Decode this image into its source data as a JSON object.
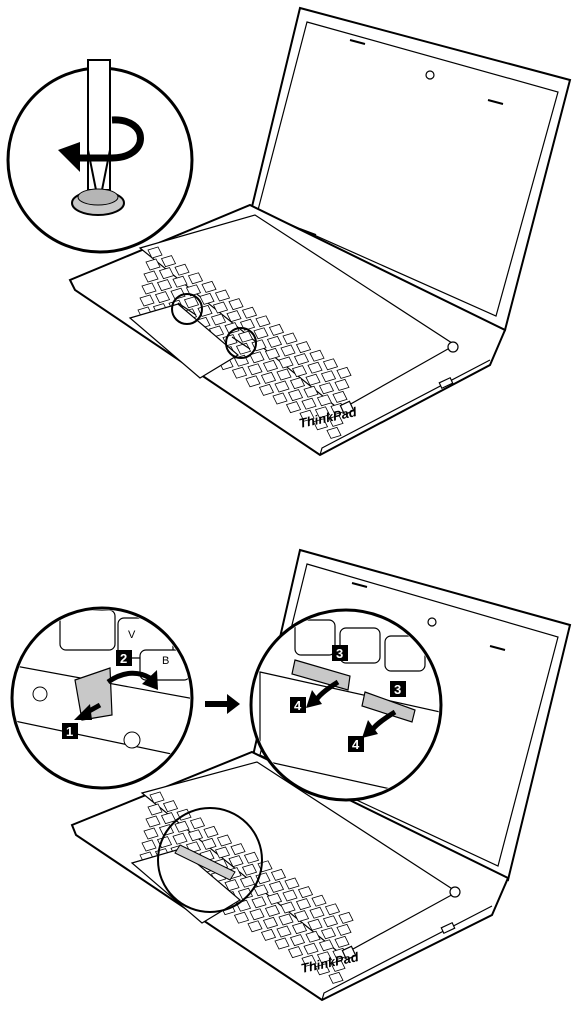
{
  "figures": [
    {
      "id": "fig-top",
      "brand": "ThinkPad"
    },
    {
      "id": "fig-bottom",
      "brand": "ThinkPad"
    }
  ],
  "callouts": {
    "screwdriver": {
      "label": ""
    },
    "detail_left": {
      "steps": [
        "1",
        "2"
      ]
    },
    "detail_right": {
      "steps": [
        "3",
        "3",
        "4",
        "4"
      ]
    }
  },
  "keys_visible": [
    "V",
    "B"
  ]
}
